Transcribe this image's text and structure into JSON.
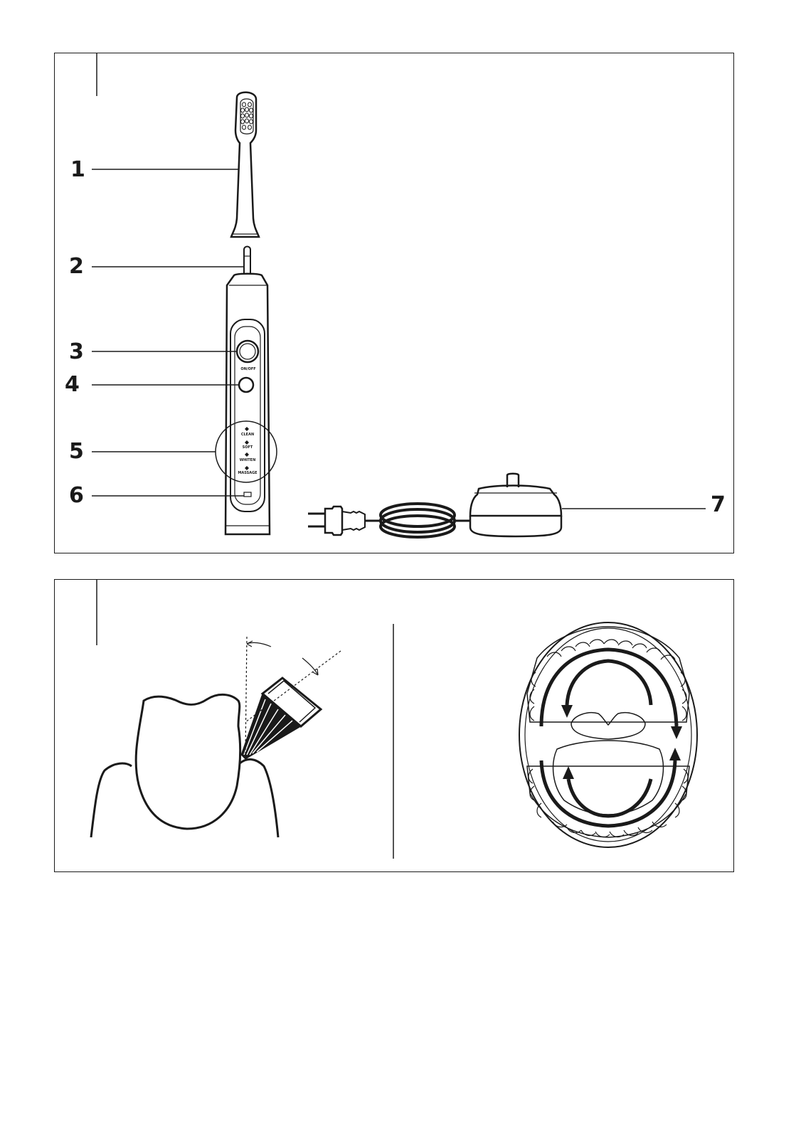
{
  "figure_a": {
    "callouts": [
      {
        "id": "1",
        "label": "1"
      },
      {
        "id": "2",
        "label": "2"
      },
      {
        "id": "3",
        "label": "3"
      },
      {
        "id": "4",
        "label": "4"
      },
      {
        "id": "5",
        "label": "5"
      },
      {
        "id": "6",
        "label": "6"
      },
      {
        "id": "7",
        "label": "7"
      }
    ],
    "handle_labels": {
      "power": "ON/OFF",
      "mode_clean": "CLEAN",
      "mode_soft": "SOFT",
      "mode_whiten": "WHITEN",
      "mode_massage": "MASSAGE"
    }
  },
  "figure_b": {}
}
